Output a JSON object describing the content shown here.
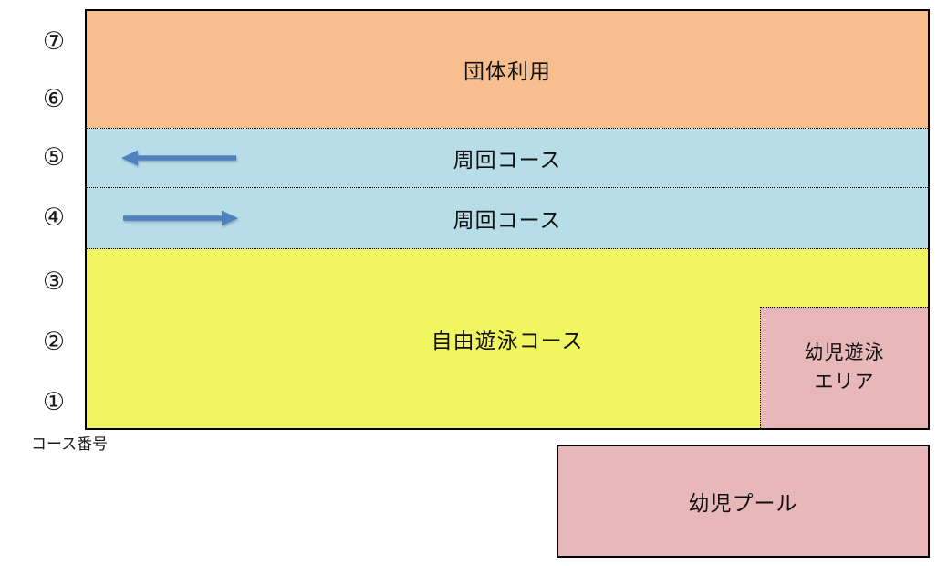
{
  "colors": {
    "group_use": "#F9BE8D",
    "lap_course": "#B6DDE8",
    "free_swim": "#F1F55F",
    "toddler": "#E8B7BA",
    "arrow": "#4F81BD",
    "border": "#000000"
  },
  "lane_axis": {
    "numbers": [
      "⑦",
      "⑥",
      "⑤",
      "④",
      "③",
      "②",
      "①"
    ],
    "label": "コース番号"
  },
  "pool": {
    "sections": {
      "group": {
        "label": "団体利用"
      },
      "lap5": {
        "label": "周回コース",
        "direction": "left"
      },
      "lap4": {
        "label": "周回コース",
        "direction": "right"
      },
      "free": {
        "label": "自由遊泳コース"
      }
    },
    "toddler_area": {
      "line1": "幼児遊泳",
      "line2": "エリア"
    }
  },
  "toddler_pool": {
    "label": "幼児プール"
  }
}
